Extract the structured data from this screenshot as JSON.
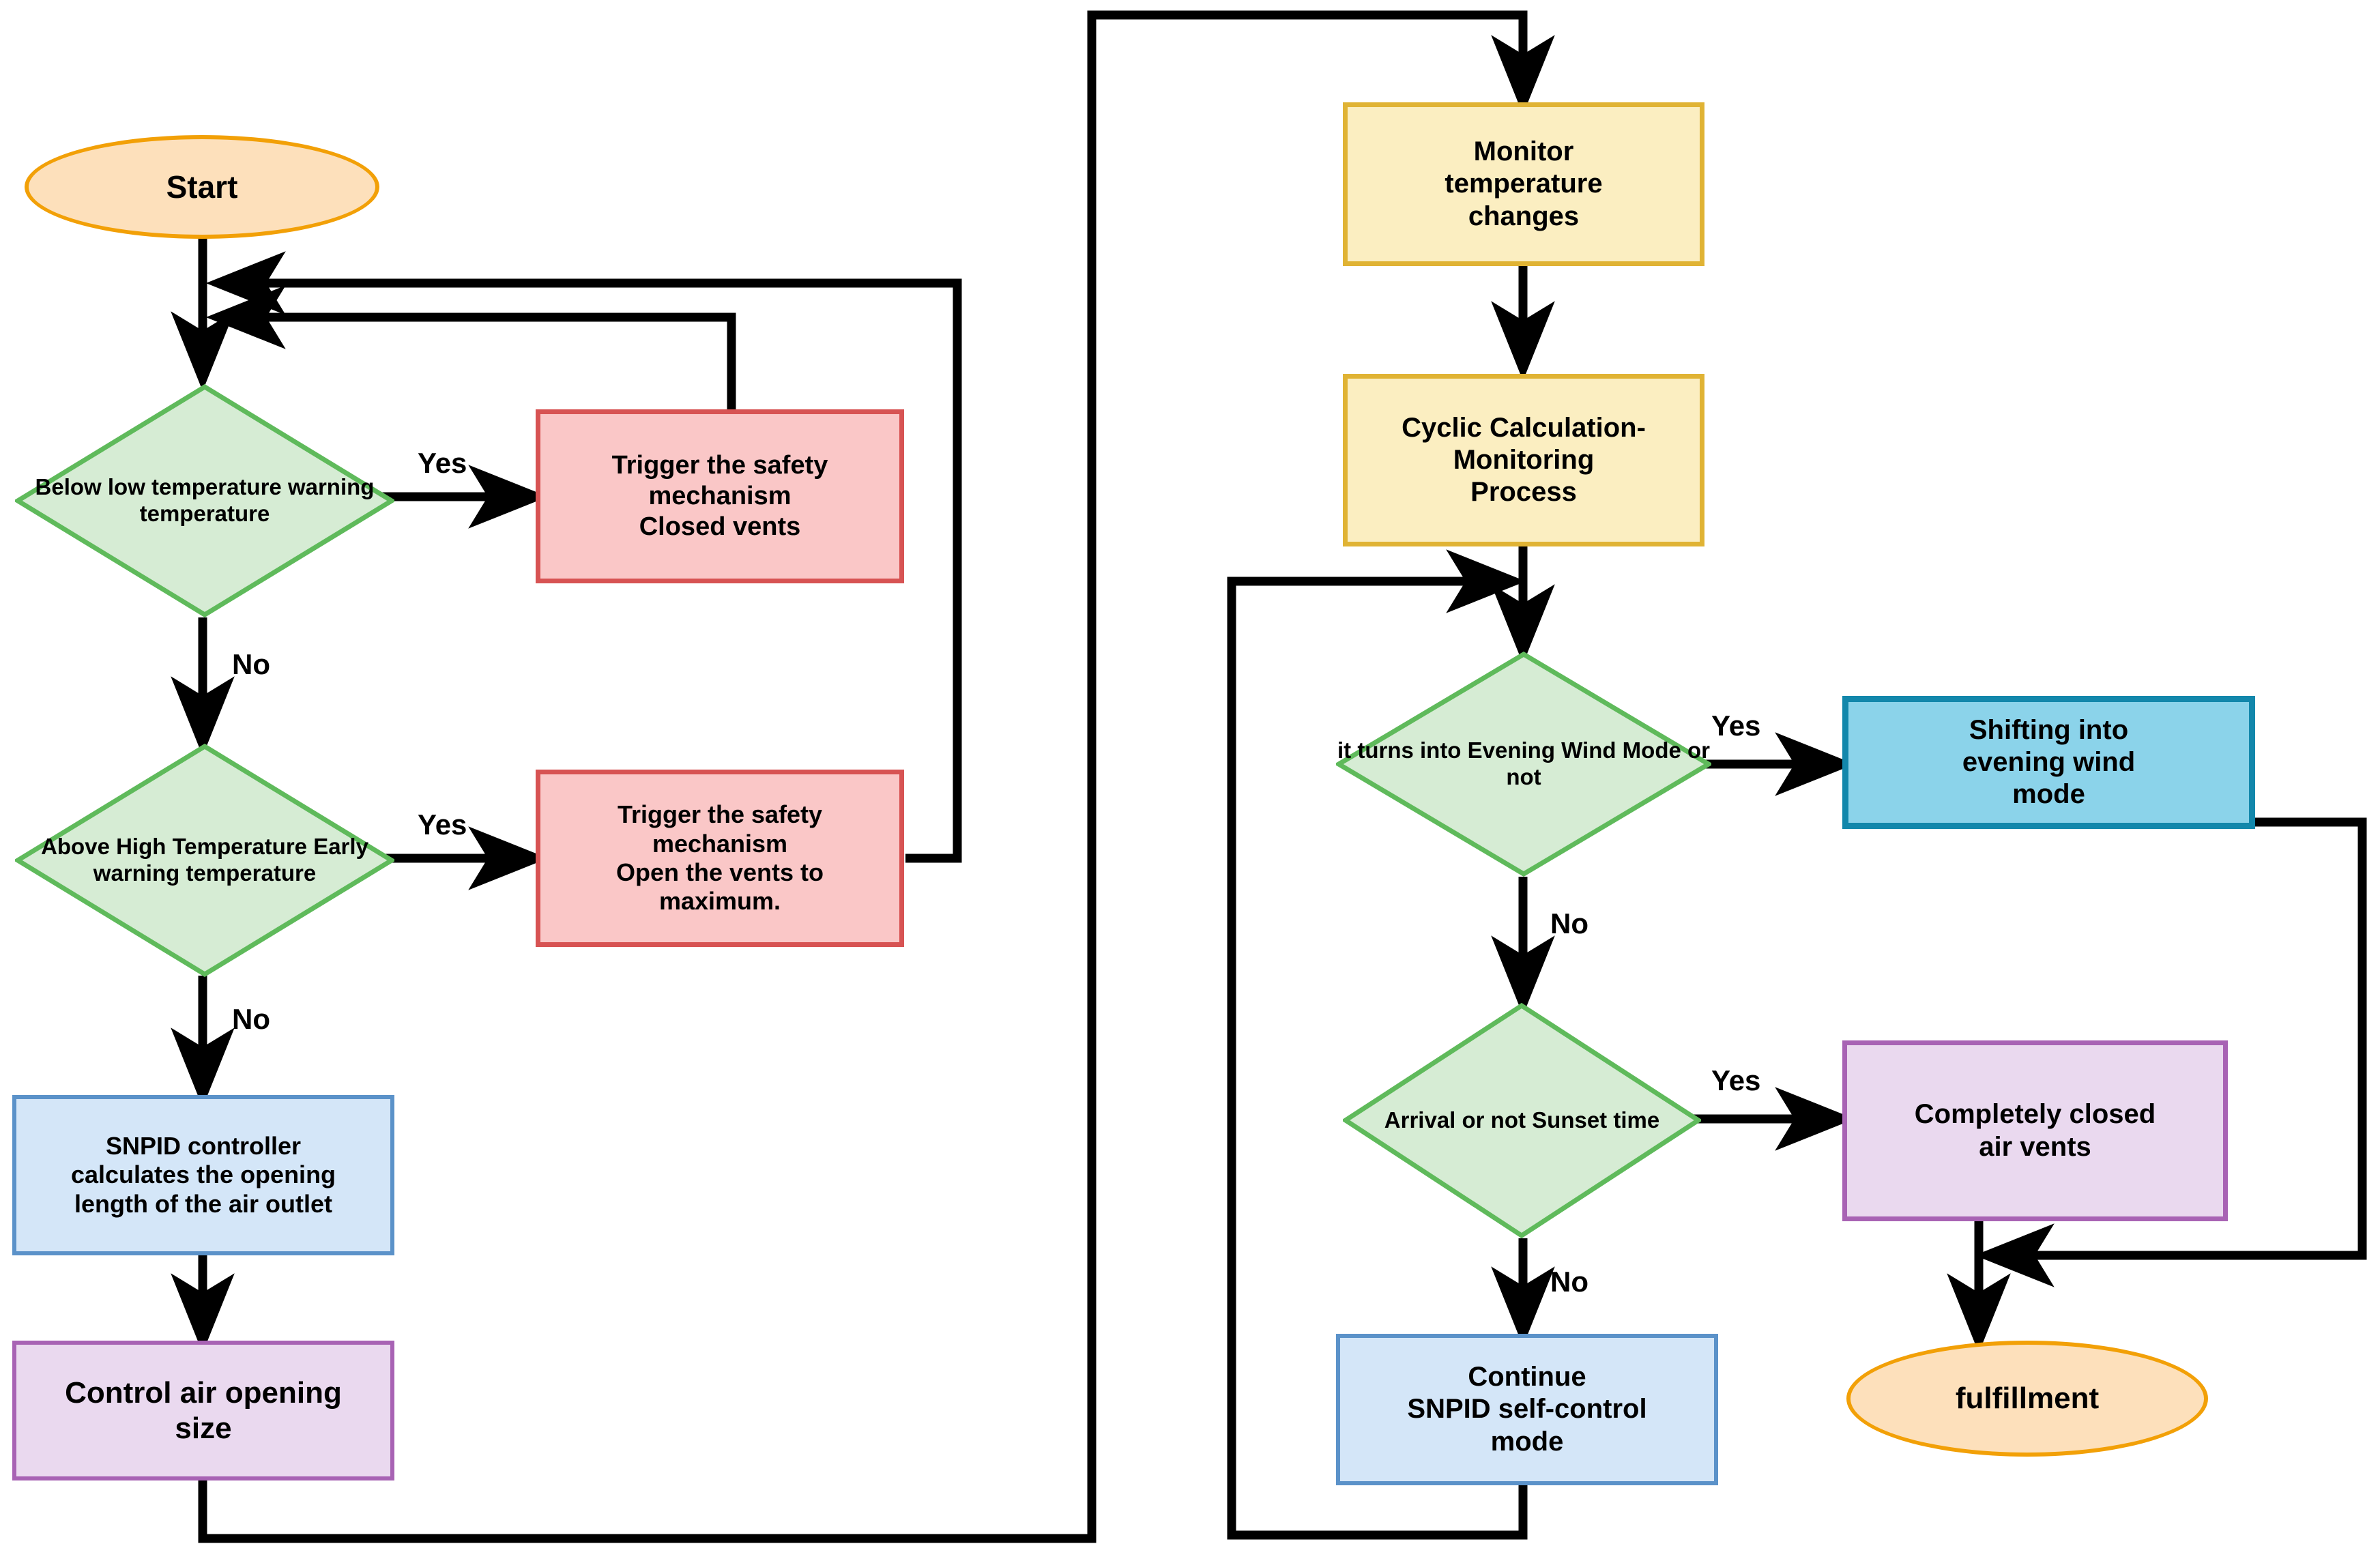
{
  "diagram": {
    "type": "flowchart",
    "title": "",
    "colors": {
      "terminator_fill": "#fde0bb",
      "terminator_border": "#f2a007",
      "decision_fill": "#d6ecd4",
      "decision_border": "#5fba5b",
      "alert_fill": "#fac7c7",
      "alert_border": "#d75353",
      "process_fill": "#fbeec1",
      "process_border": "#e0b334",
      "compute_fill": "#d4e6f8",
      "compute_border": "#5b92c9",
      "action_fill": "#ead9ef",
      "action_border": "#a863b4",
      "highlight_fill": "#8bd3ea",
      "highlight_border": "#1287ab",
      "edge": "#000000"
    },
    "nodes": [
      {
        "id": "start",
        "shape": "terminator",
        "label": "Start"
      },
      {
        "id": "below-low",
        "shape": "decision",
        "label": "Below\nlow temperature\nwarning\ntemperature"
      },
      {
        "id": "safety-close",
        "shape": "alert",
        "label": "Trigger the safety\nmechanism\nClosed vents"
      },
      {
        "id": "above-high",
        "shape": "decision",
        "label": "Above High\nTemperature\nEarly warning\ntemperature"
      },
      {
        "id": "safety-open",
        "shape": "alert",
        "label": "Trigger the safety\nmechanism\nOpen the vents to\nmaximum."
      },
      {
        "id": "snpid-calc",
        "shape": "compute",
        "label": "SNPID controller\ncalculates the opening\nlength of the air outlet"
      },
      {
        "id": "control-air",
        "shape": "action",
        "label": "Control air opening\nsize"
      },
      {
        "id": "monitor",
        "shape": "process",
        "label": "Monitor\ntemperature\nchanges"
      },
      {
        "id": "cyclic",
        "shape": "process",
        "label": "Cyclic Calculation-\nMonitoring\nProcess"
      },
      {
        "id": "evening-dec",
        "shape": "decision",
        "label": "it turns into\nEvening Wind Mode\nor not"
      },
      {
        "id": "shift-evening",
        "shape": "highlight",
        "label": "Shifting into\nevening wind\nmode"
      },
      {
        "id": "sunset-dec",
        "shape": "decision",
        "label": "Arrival or not\nSunset time"
      },
      {
        "id": "closed-vents",
        "shape": "action",
        "label": "Completely closed\nair vents"
      },
      {
        "id": "continue-snpid",
        "shape": "compute",
        "label": "Continue\nSNPID self-control\nmode"
      },
      {
        "id": "fulfillment",
        "shape": "terminator",
        "label": "fulfillment"
      }
    ],
    "edge_labels": [
      {
        "id": "yes-below-low",
        "text": "Yes"
      },
      {
        "id": "no-below-low",
        "text": "No"
      },
      {
        "id": "yes-above-high",
        "text": "Yes"
      },
      {
        "id": "no-above-high",
        "text": "No"
      },
      {
        "id": "yes-evening",
        "text": "Yes"
      },
      {
        "id": "no-evening",
        "text": "No"
      },
      {
        "id": "yes-sunset",
        "text": "Yes"
      },
      {
        "id": "no-sunset",
        "text": "No"
      }
    ]
  }
}
